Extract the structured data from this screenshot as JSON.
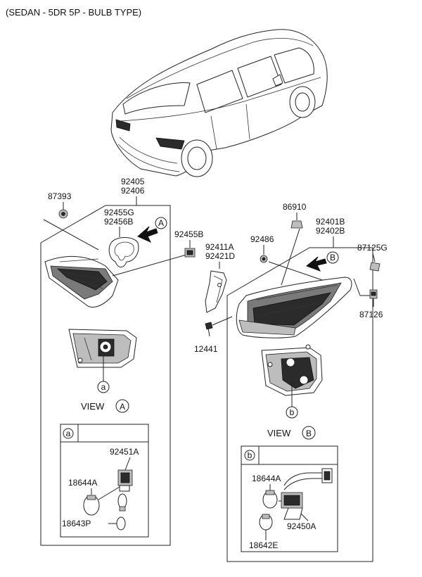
{
  "header": {
    "title": "(SEDAN - 5DR 5P - BULB TYPE)"
  },
  "labels": {
    "assy_inner_1": "92405",
    "assy_inner_2": "92406",
    "p87393": "87393",
    "p92455g": "92455G",
    "p92456b": "92456B",
    "p92455b": "92455B",
    "p92411a": "92411A",
    "p92421d": "92421D",
    "p12441": "12441",
    "p86910": "86910",
    "p92486": "92486",
    "assy_outer_1": "92401B",
    "assy_outer_2": "92402B",
    "p87125g": "87125G",
    "p87126": "87126",
    "p92451a": "92451A",
    "p18644a_left": "18644A",
    "p18643p": "18643P",
    "p18644a_right": "18644A",
    "p92450a": "92450A",
    "p18642e": "18642E"
  },
  "views": {
    "view_word_a": "VIEW",
    "view_word_b": "VIEW",
    "circle_a_callout": "A",
    "circle_a_view": "A",
    "circle_b_callout": "B",
    "circle_b_view": "B",
    "circle_small_a_ref": "a",
    "circle_small_a_box": "a",
    "circle_small_b_ref": "b",
    "circle_small_b_box": "b"
  }
}
